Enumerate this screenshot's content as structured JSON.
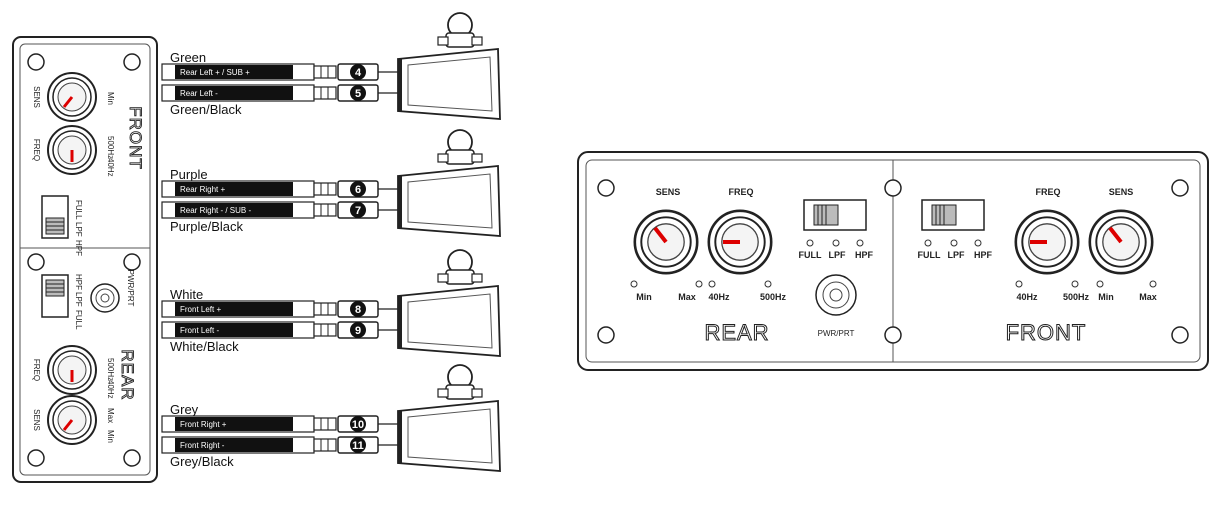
{
  "wires": [
    {
      "top_color": "Green",
      "bottom_color": "Green/Black",
      "pos_label": "Rear Left + / SUB +",
      "neg_label": "Rear Left -",
      "pos_num": "4",
      "neg_num": "5"
    },
    {
      "top_color": "Purple",
      "bottom_color": "Purple/Black",
      "pos_label": "Rear Right +",
      "neg_label": "Rear Right - / SUB -",
      "pos_num": "6",
      "neg_num": "7"
    },
    {
      "top_color": "White",
      "bottom_color": "White/Black",
      "pos_label": "Front Left +",
      "neg_label": "Front Left -",
      "pos_num": "8",
      "neg_num": "9"
    },
    {
      "top_color": "Grey",
      "bottom_color": "Grey/Black",
      "pos_label": "Front Right +",
      "neg_label": "Front Right -",
      "pos_num": "10",
      "neg_num": "11"
    }
  ],
  "panel": {
    "sens": "SENS",
    "freq": "FREQ",
    "min": "Min",
    "max": "Max",
    "hz40": "40Hz",
    "hz500": "500Hz",
    "full": "FULL",
    "lpf": "LPF",
    "hpf": "HPF",
    "rear": "REAR",
    "front": "FRONT",
    "pwr": "PWR/PRT"
  }
}
